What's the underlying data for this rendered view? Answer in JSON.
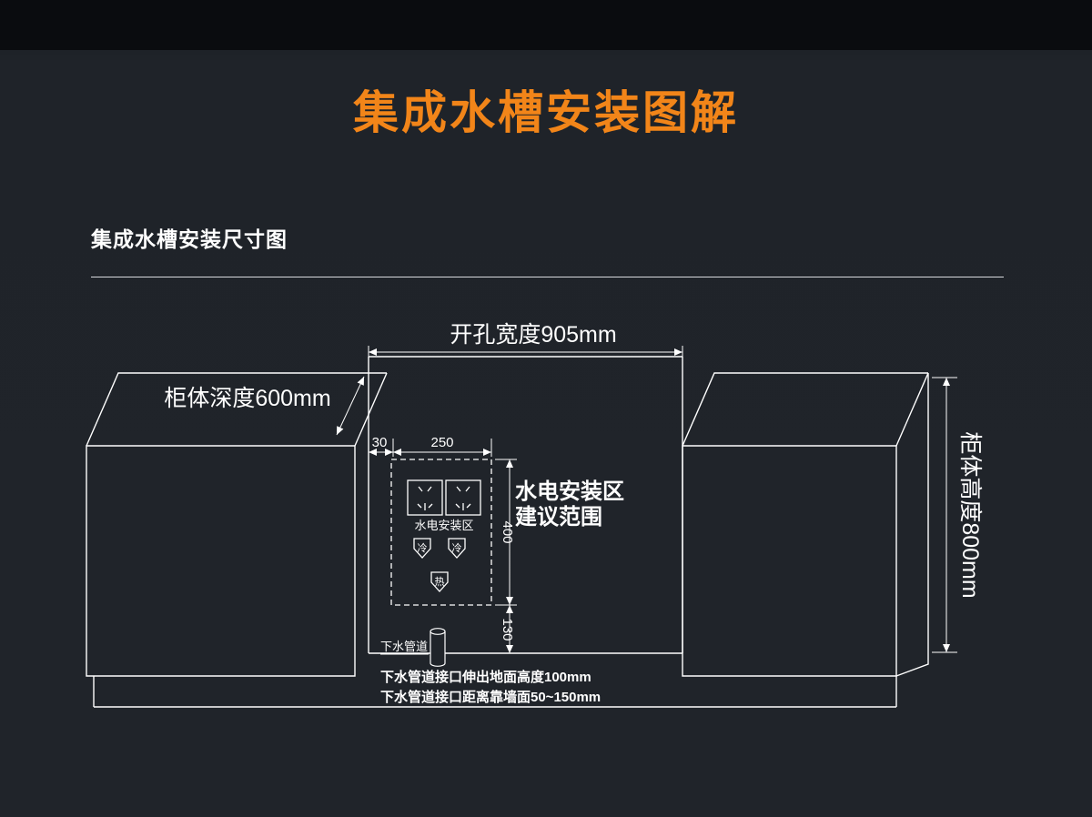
{
  "page": {
    "title": "集成水槽安装图解",
    "section_heading": "集成水槽安装尺寸图"
  },
  "diagram": {
    "dim_opening_width": "开孔宽度905mm",
    "dim_cabinet_depth": "柜体深度600mm",
    "dim_cabinet_height": "柜体高度800mm",
    "dim_30": "30",
    "dim_250": "250",
    "dim_400": "400",
    "dim_130": "130",
    "socket_zone_label": "水电安装区",
    "zone_note_line1": "水电安装区",
    "zone_note_line2": "建议范围",
    "cold_label": "冷",
    "hot_label": "热",
    "drain_label": "下水管道",
    "note1": "下水管道接口伸出地面高度100mm",
    "note2": "下水管道接口距离靠墙面50~150mm"
  },
  "colors": {
    "accent_orange": "#F28519",
    "line_white": "#FFFFFF",
    "background": "#20242A",
    "top_band": "#0A0C0F"
  }
}
